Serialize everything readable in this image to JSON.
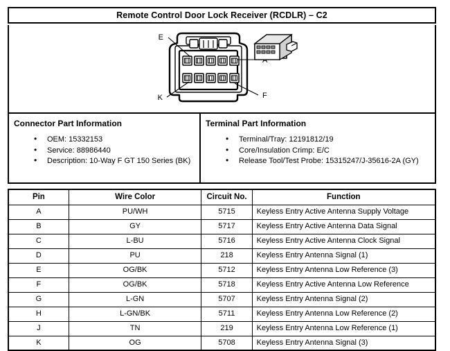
{
  "header": {
    "title": "Remote Control Door Lock Receiver (RCDLR) – C2"
  },
  "diagram": {
    "name": "connector-face-view",
    "callouts": [
      {
        "label": "E",
        "position": "top-left"
      },
      {
        "label": "A",
        "position": "top-right"
      },
      {
        "label": "K",
        "position": "bottom-left"
      },
      {
        "label": "F",
        "position": "bottom-right"
      }
    ],
    "secondary_view": "connector-isometric-view"
  },
  "connector_part_information": {
    "heading": "Connector Part Information",
    "items": [
      "OEM: 15332153",
      "Service: 88986440",
      "Description: 10-Way F GT 150 Series (BK)"
    ]
  },
  "terminal_part_information": {
    "heading": "Terminal Part Information",
    "items": [
      "Terminal/Tray: 12191812/19",
      "Core/Insulation Crimp: E/C",
      "Release Tool/Test Probe: 15315247/J-35616-2A (GY)"
    ]
  },
  "pin_table": {
    "columns": [
      "Pin",
      "Wire Color",
      "Circuit No.",
      "Function"
    ],
    "rows": [
      {
        "pin": "A",
        "wire": "PU/WH",
        "circuit": "5715",
        "function": "Keyless Entry Active Antenna Supply Voltage"
      },
      {
        "pin": "B",
        "wire": "GY",
        "circuit": "5717",
        "function": "Keyless Entry Active Antenna Data Signal"
      },
      {
        "pin": "C",
        "wire": "L-BU",
        "circuit": "5716",
        "function": "Keyless Entry Active Antenna Clock Signal"
      },
      {
        "pin": "D",
        "wire": "PU",
        "circuit": "218",
        "function": "Keyless Entry Antenna Signal (1)"
      },
      {
        "pin": "E",
        "wire": "OG/BK",
        "circuit": "5712",
        "function": "Keyless Entry Antenna Low Reference (3)"
      },
      {
        "pin": "F",
        "wire": "OG/BK",
        "circuit": "5718",
        "function": "Keyless Entry Active Antenna Low Reference"
      },
      {
        "pin": "G",
        "wire": "L-GN",
        "circuit": "5707",
        "function": "Keyless Entry Antenna Signal (2)"
      },
      {
        "pin": "H",
        "wire": "L-GN/BK",
        "circuit": "5711",
        "function": "Keyless Entry Antenna Low Reference (2)"
      },
      {
        "pin": "J",
        "wire": "TN",
        "circuit": "219",
        "function": "Keyless Entry Antenna Low Reference (1)"
      },
      {
        "pin": "K",
        "wire": "OG",
        "circuit": "5708",
        "function": "Keyless Entry Antenna Signal (3)"
      }
    ]
  },
  "colors": {
    "ink": "#000000",
    "paper": "#ffffff"
  }
}
